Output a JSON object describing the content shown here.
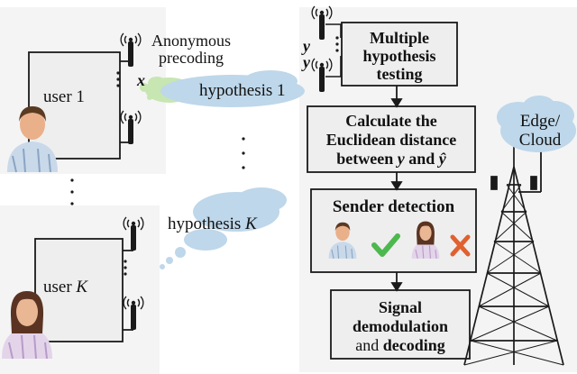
{
  "users": [
    {
      "label": "user 1"
    },
    {
      "label": "user ",
      "label_var": "K"
    }
  ],
  "transmit": {
    "anonymous_line1": "Anonymous",
    "anonymous_line2": "precoding",
    "signal_var": "x"
  },
  "hypotheses": [
    {
      "label": "hypothesis 1"
    },
    {
      "label": "hypothesis ",
      "label_var": "K"
    }
  ],
  "receiver": {
    "signal_var": "y",
    "blocks": [
      {
        "lines": [
          "Multiple",
          "hypothesis",
          "testing"
        ]
      },
      {
        "lines": [
          "Calculate the",
          "Euclidean distance"
        ],
        "line3_prefix": "between ",
        "line3_var1": "y",
        "line3_mid": " and ",
        "line3_var2": "ŷ"
      },
      {
        "title": "Sender detection"
      },
      {
        "line1": "Signal",
        "line2": "demodulation",
        "line3_a": "and ",
        "line3_b": "decoding"
      }
    ]
  },
  "edge_cloud": {
    "line1": "Edge/",
    "line2": "Cloud"
  },
  "colors": {
    "block_fill": "#eeeeee",
    "panel_fill": "#f4f4f4",
    "check": "#4db84d",
    "cross": "#e06030",
    "bubble": "#bed7ea",
    "bubble_green": "#c7e6b2"
  },
  "icons": [
    "antenna-icon",
    "user-avatar-icon",
    "check-icon",
    "cross-icon",
    "tower-icon",
    "cloud-icon"
  ]
}
